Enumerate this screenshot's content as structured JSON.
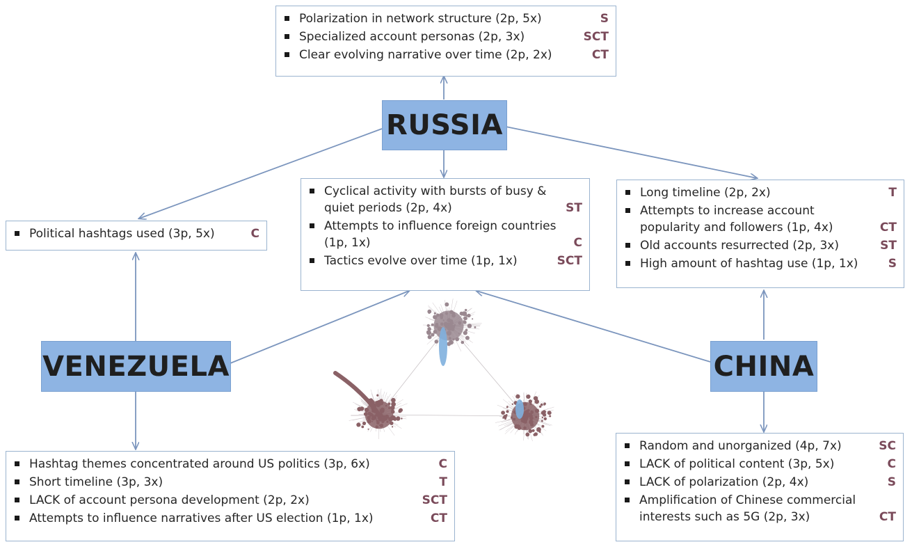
{
  "nodes": {
    "russia": "RUSSIA",
    "venezuela": "VENEZUELA",
    "china": "CHINA"
  },
  "boxes": {
    "russia_top": [
      {
        "text": "Polarization in network structure (2p, 5x)",
        "code": "S"
      },
      {
        "text": "Specialized account personas (2p, 3x)",
        "code": "SCT"
      },
      {
        "text": "Clear evolving narrative over time (2p, 2x)",
        "code": "CT"
      }
    ],
    "shared_center": [
      {
        "text": "Cyclical activity with bursts of busy & quiet periods (2p, 4x)",
        "code": "ST"
      },
      {
        "text": "Attempts to influence foreign countries (1p, 1x)",
        "code": "C"
      },
      {
        "text": "Tactics evolve over time (1p, 1x)",
        "code": "SCT"
      }
    ],
    "shared_left": [
      {
        "text": "Political hashtags used (3p, 5x)",
        "code": "C"
      }
    ],
    "shared_right": [
      {
        "text": "Long timeline (2p, 2x)",
        "code": "T"
      },
      {
        "text": "Attempts to increase account popularity and followers (1p, 4x)",
        "code": "CT"
      },
      {
        "text": "Old accounts resurrected (2p, 3x)",
        "code": "ST"
      },
      {
        "text": "High amount of hashtag use (1p, 1x)",
        "code": "S"
      }
    ],
    "venezuela_bottom": [
      {
        "text": "Hashtag themes concentrated around US politics (3p, 6x)",
        "code": "C"
      },
      {
        "text": "Short timeline (3p, 3x)",
        "code": "T"
      },
      {
        "text": "LACK of account persona development (2p, 2x)",
        "code": "SCT"
      },
      {
        "text": "Attempts to influence narratives after US election (1p, 1x)",
        "code": "CT"
      }
    ],
    "china_bottom": [
      {
        "text": "Random and unorganized (4p, 7x)",
        "code": "SC"
      },
      {
        "text": "LACK of political content (3p, 5x)",
        "code": "C"
      },
      {
        "text": "LACK of polarization (2p, 4x)",
        "code": "S"
      },
      {
        "text": "Amplification of Chinese commercial interests such as 5G (2p, 3x)",
        "code": "CT"
      }
    ]
  },
  "colors": {
    "node_fill": "#8eb4e3",
    "edge": "#7b95bd",
    "box_border": "#9ab3cf",
    "code_text": "#7a4a5a",
    "cluster_main": "#8a6166",
    "cluster_accent": "#7fb0de"
  }
}
